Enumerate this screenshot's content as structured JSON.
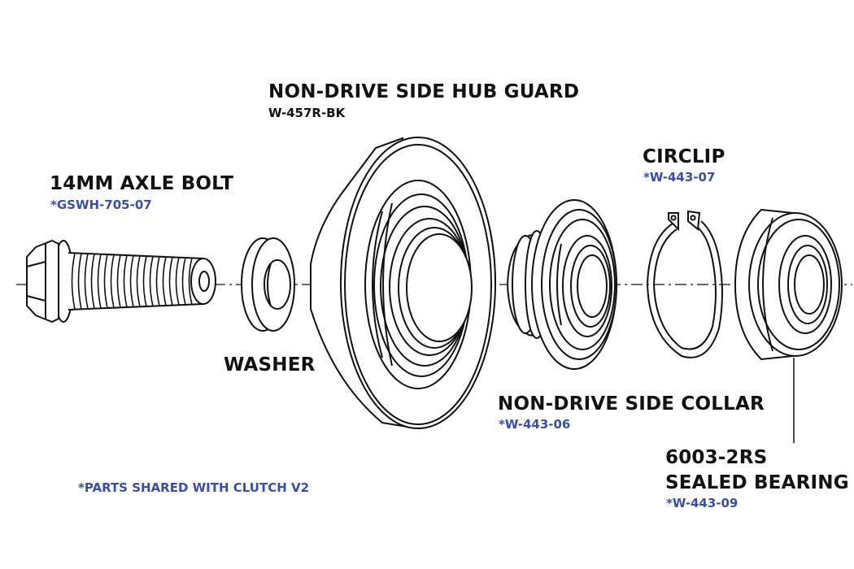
{
  "colors": {
    "line": "#111111",
    "accent": "#3b4ea6",
    "text": "#111111",
    "background": "#ffffff"
  },
  "parts": {
    "axle_bolt": {
      "name": "14MM AXLE BOLT",
      "code": "*GSWH-705-07"
    },
    "washer": {
      "name": "WASHER"
    },
    "hub_guard": {
      "name": "NON-DRIVE SIDE HUB GUARD",
      "code": "W-457R-BK"
    },
    "collar": {
      "name": "NON-DRIVE SIDE COLLAR",
      "code": "*W-443-06"
    },
    "circlip": {
      "name": "CIRCLIP",
      "code": "*W-443-07"
    },
    "bearing": {
      "name_line1": "6003-2RS",
      "name_line2": "SEALED BEARING",
      "code": "*W-443-09"
    }
  },
  "footnote": "*PARTS SHARED WITH CLUTCH V2"
}
